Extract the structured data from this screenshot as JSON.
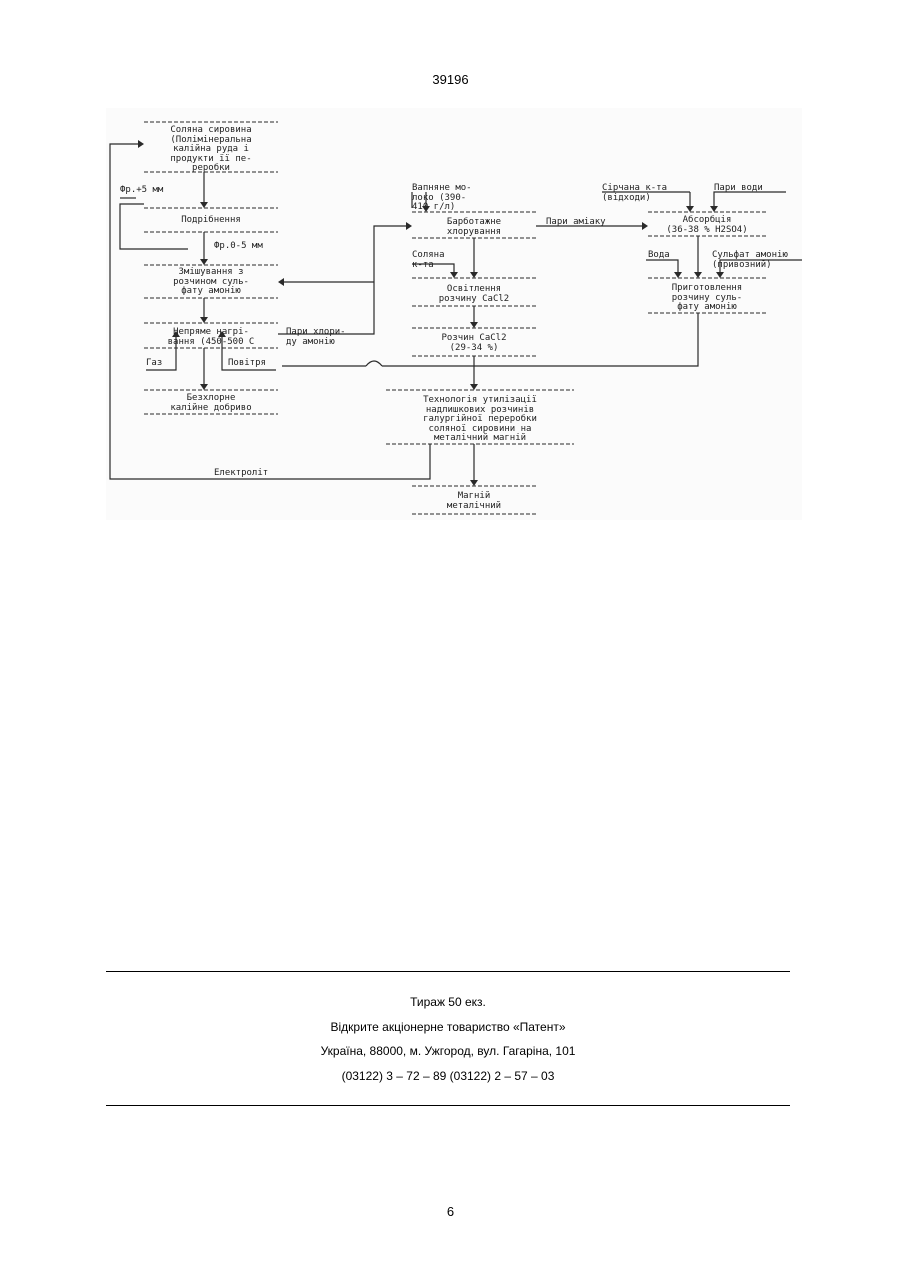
{
  "header": {
    "doc_number": "39196"
  },
  "flowchart": {
    "raw_material": "Соляна сировина\n(Полімінеральна\nкалійна руда і\nпродукти її пе-\nреробки",
    "fraction_coarse": "Фр.+5 мм",
    "fraction_fine": "Фр.0-5 мм",
    "crushing": "Подрібнення",
    "mixing": "Змішування з\nрозчином суль-\nфату амонію",
    "heating": "Непряме нагрі-\nвання (450-500 С",
    "gas": "Газ",
    "air": "Повітря",
    "chlorine_free": "Безхлорне\nкалійне добриво",
    "ammonium_chloride_vapor": "Пари хлори-\nду амонію",
    "lime_milk": "Вапняне мо-\nлоко (390-\n410 г/л)",
    "bubbling_chlorination": "Барботажне\nхлорування",
    "ammonia_vapor": "Пари аміаку",
    "hydrochloric_acid": "Соляна\nк-та",
    "clarification": "Освітлення\nрозчину CaCl2",
    "cacl2_solution": "Розчин CaCl2\n(29-34 %)",
    "sulfuric_acid": "Сірчана к-та\n(відходи)",
    "water_vapor": "Пари води",
    "absorption": "Абсорбція\n(36-38 % H2SO4)",
    "water": "Вода",
    "ammonium_sulfate_import": "Сульфат амонію\n(привозний)",
    "prep_solution": "Приготовлення\nрозчину суль-\nфату амонію",
    "utilization_tech": "Технологія утилізації\nнадлишкових розчинів\nгалургійної переробки\nсоляної сировини на\nметалічний магній",
    "electrolyte": "Електроліт",
    "magnesium": "Магній\nметалічний"
  },
  "footer": {
    "circulation": "Тираж 50 екз.",
    "company": "Відкрите акціонерне товариство «Патент»",
    "address": "Україна, 88000, м. Ужгород, вул. Гагаріна, 101",
    "phones": "(03122) 3 – 72 – 89   (03122) 2 – 57 – 03"
  },
  "page_number": "6"
}
